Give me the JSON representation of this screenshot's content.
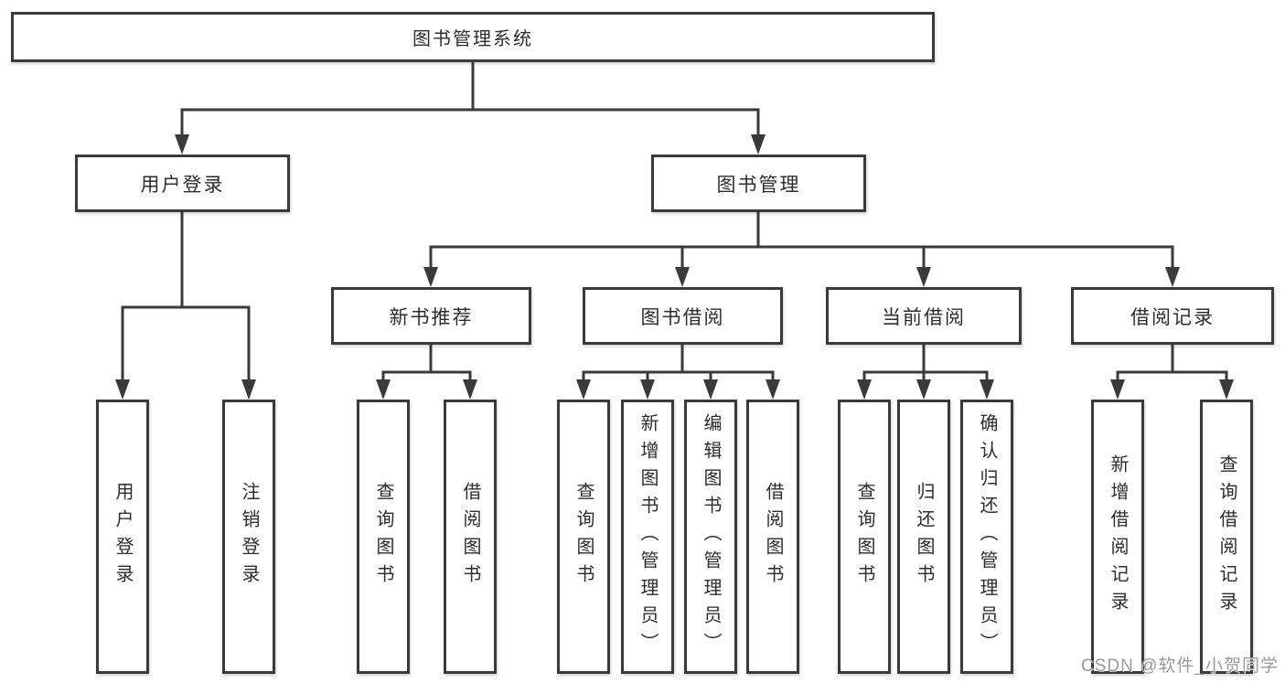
{
  "diagram_type": "hierarchy-tree",
  "colors": {
    "line": "#3a3a3a",
    "box_border": "#3a3a3a",
    "box_background": "#ffffff",
    "text": "#2d2d2d",
    "watermark": "#9a9a9a",
    "page_background": "#ffffff"
  },
  "tree": {
    "root": {
      "label": "图书管理系统",
      "children": [
        {
          "label": "用户登录",
          "children": [
            {
              "label": "用户登录"
            },
            {
              "label": "注销登录"
            }
          ]
        },
        {
          "label": "图书管理",
          "children": [
            {
              "label": "新书推荐",
              "children": [
                {
                  "label": "查询图书"
                },
                {
                  "label": "借阅图书"
                }
              ]
            },
            {
              "label": "图书借阅",
              "children": [
                {
                  "label": "查询图书"
                },
                {
                  "label": "新增图书（管理员）"
                },
                {
                  "label": "编辑图书（管理员）"
                },
                {
                  "label": "借阅图书"
                }
              ]
            },
            {
              "label": "当前借阅",
              "children": [
                {
                  "label": "查询图书"
                },
                {
                  "label": "归还图书"
                },
                {
                  "label": "确认归还（管理员）"
                }
              ]
            },
            {
              "label": "借阅记录",
              "children": [
                {
                  "label": "新增借阅记录"
                },
                {
                  "label": "查询借阅记录"
                }
              ]
            }
          ]
        }
      ]
    }
  },
  "watermark": {
    "text": "CSDN @软件_小贺同学"
  }
}
